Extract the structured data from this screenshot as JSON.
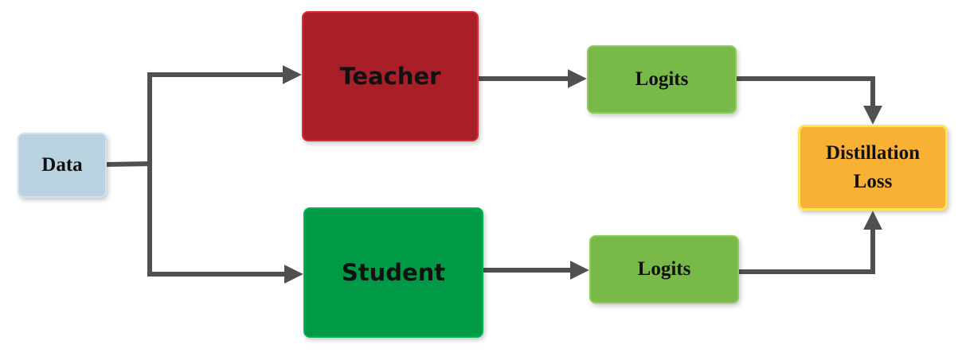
{
  "diagram": {
    "nodes": {
      "data": "Data",
      "teacher": "Teacher",
      "student": "Student",
      "teacher_logits": "Logits",
      "student_logits": "Logits",
      "loss_line1": "Distillation",
      "loss_line2": "Loss"
    },
    "colors": {
      "data": "#b8d3df",
      "teacher": "#a81f27",
      "student": "#009946",
      "logits": "#79b94a",
      "loss": "#f8b135",
      "connector": "#505050"
    }
  }
}
